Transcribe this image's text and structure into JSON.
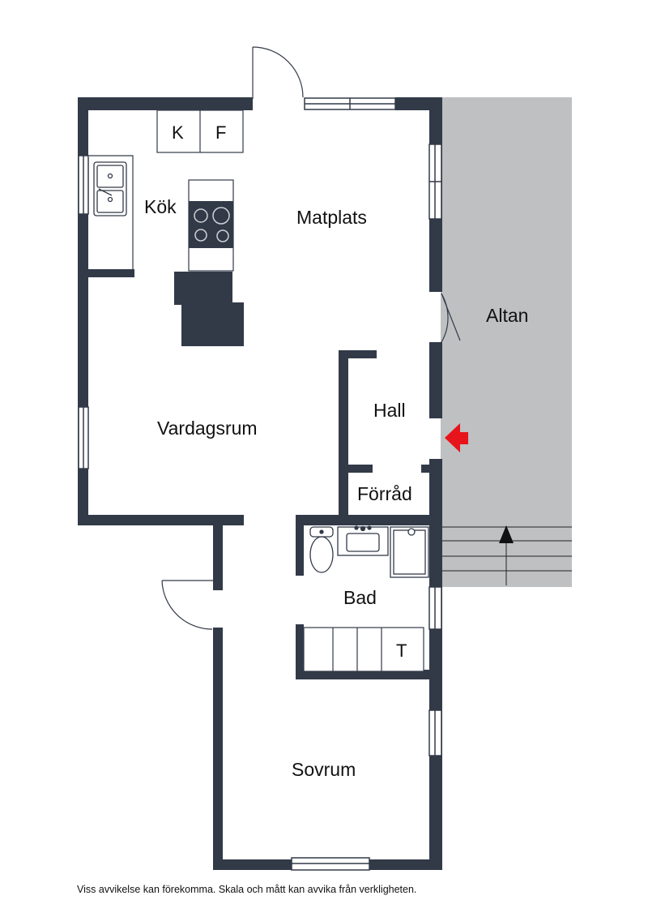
{
  "rooms": {
    "kok": "Kök",
    "matplats": "Matplats",
    "vardagsrum": "Vardagsrum",
    "hall": "Hall",
    "forrad": "Förråd",
    "bad": "Bad",
    "sovrum": "Sovrum",
    "altan": "Altan"
  },
  "appliances": {
    "kyl": "K",
    "frys": "F",
    "tvatt": "T"
  },
  "disclaimer": "Viss avvikelse kan förekomma. Skala och mått kan avvika från verkligheten.",
  "colors": {
    "wall": "#323a48",
    "deck": "#bfc0c2",
    "entrance_arrow": "#e8141b",
    "stair_arrow": "#111111"
  }
}
